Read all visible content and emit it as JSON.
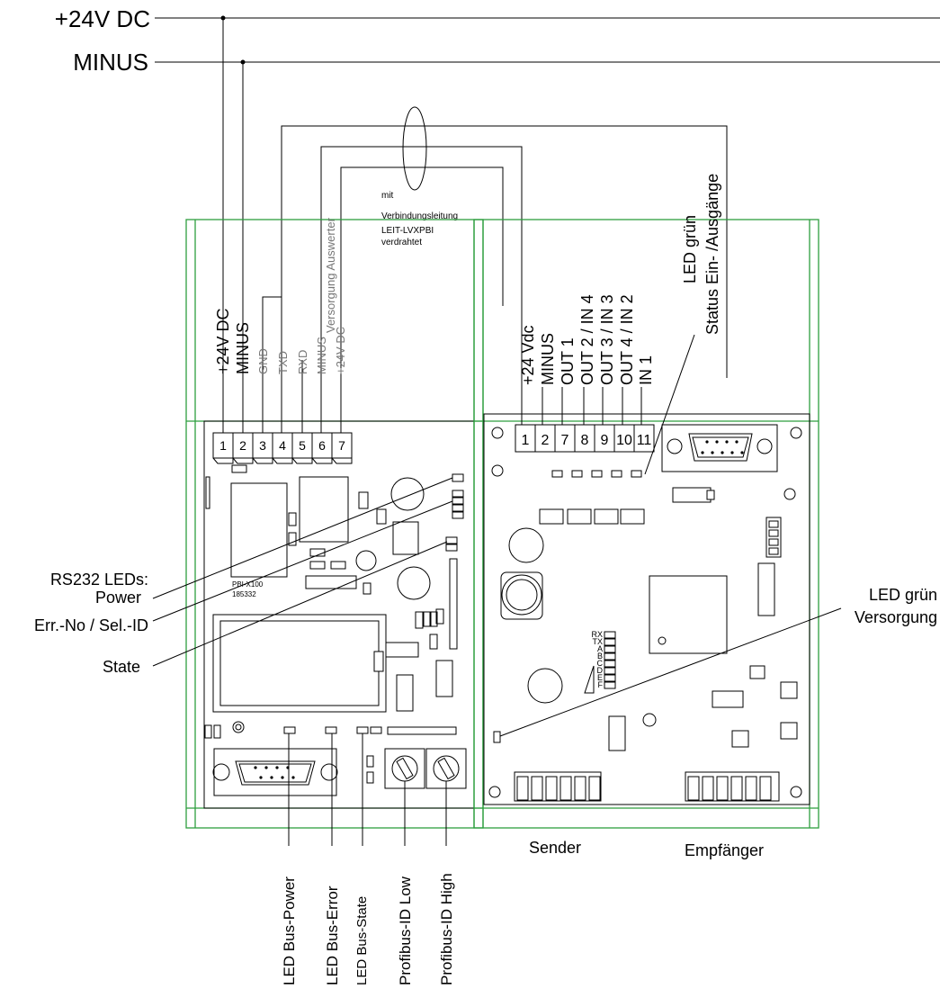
{
  "power": {
    "plus_label": "+24V DC",
    "minus_label": "MINUS"
  },
  "cable_note": {
    "line1": "mit",
    "line2": "Verbindungsleitung",
    "line3": "LEIT-LVXPBI",
    "line4": "verdrahtet"
  },
  "left_module": {
    "terminals": [
      {
        "num": "1",
        "label": "+24V DC"
      },
      {
        "num": "2",
        "label": "MINUS"
      },
      {
        "num": "3",
        "label": "GND"
      },
      {
        "num": "4",
        "label": "TXD"
      },
      {
        "num": "5",
        "label": "RXD"
      },
      {
        "num": "6",
        "label": "MINUS"
      },
      {
        "num": "7",
        "label": "+24V DC"
      }
    ],
    "supply_note": "Versorgung Auswerter",
    "board_text1": "PBI-X100",
    "board_text2": "185332",
    "callouts": {
      "rs232_line1": "RS232 LEDs:",
      "rs232_line2": "Power",
      "err_no": "Err.-No / Sel.-ID",
      "state": "State"
    },
    "bottom_labels": [
      "LED Bus-Power",
      "LED Bus-Error",
      "LED Bus-State",
      "Profibus-ID Low",
      "Profibus-ID High"
    ]
  },
  "right_module": {
    "terminals": [
      {
        "num": "1",
        "label": "+24 Vdc"
      },
      {
        "num": "2",
        "label": "MINUS"
      },
      {
        "num": "7",
        "label": "OUT 1"
      },
      {
        "num": "8",
        "label": "OUT 2 / IN 4"
      },
      {
        "num": "9",
        "label": "OUT 3 / IN 3"
      },
      {
        "num": "10",
        "label": "OUT 4 / IN 2"
      },
      {
        "num": "11",
        "label": "IN 1"
      }
    ],
    "status_led_line1": "LED grün",
    "status_led_line2": "Status Ein- /Ausgänge",
    "supply_led_line1": "LED grün",
    "supply_led_line2": "Versorgung",
    "led_letters": [
      "RX",
      "TX",
      "A",
      "B",
      "C",
      "D",
      "E",
      "F"
    ],
    "sender": "Sender",
    "receiver": "Empfänger"
  }
}
